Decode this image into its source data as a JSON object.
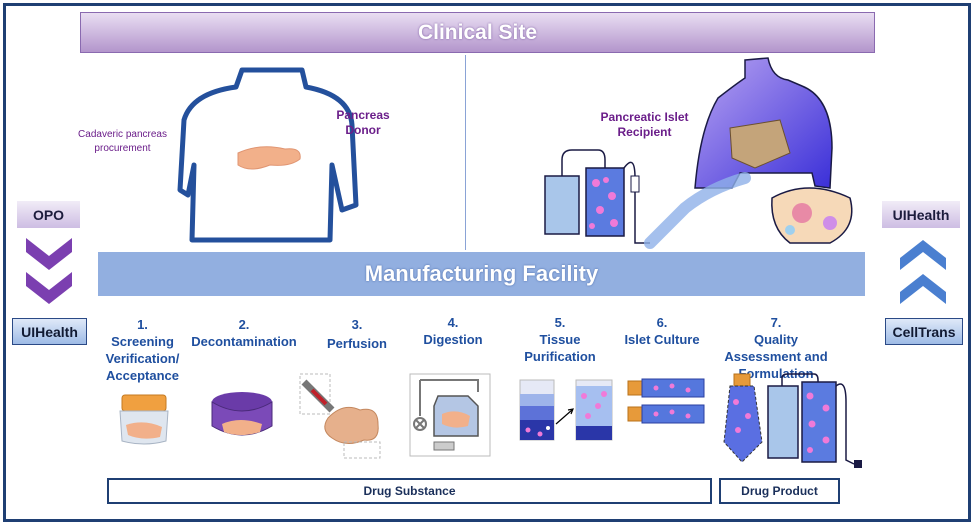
{
  "clinical_site": {
    "title": "Clinical Site"
  },
  "manufacturing": {
    "title": "Manufacturing Facility"
  },
  "donor": {
    "procurement_text": "Cadaveric pancreas procurement",
    "label_line1": "Pancreas",
    "label_line2": "Donor"
  },
  "recipient": {
    "label_line1": "Pancreatic Islet",
    "label_line2": "Recipient"
  },
  "left_side": {
    "top_label": "OPO",
    "bottom_label": "UIHealth"
  },
  "right_side": {
    "top_label": "UIHealth",
    "bottom_label": "CellTrans"
  },
  "steps": [
    {
      "number": "1.",
      "lines": [
        "Screening",
        "Verification/",
        "Acceptance"
      ]
    },
    {
      "number": "2.",
      "lines": [
        "Decontamination"
      ]
    },
    {
      "number": "3.",
      "lines": [
        "Perfusion"
      ]
    },
    {
      "number": "4.",
      "lines": [
        "Digestion"
      ]
    },
    {
      "number": "5.",
      "lines": [
        "Tissue",
        "Purification"
      ]
    },
    {
      "number": "6.",
      "lines": [
        "Islet Culture"
      ]
    },
    {
      "number": "7.",
      "lines": [
        "Quality",
        "Assessment and",
        "Formulation"
      ]
    }
  ],
  "bottom": {
    "drug_substance": "Drug Substance",
    "drug_product": "Drug Product"
  },
  "colors": {
    "navy": "#1f3f73",
    "step_blue": "#1f4f9f",
    "purple": "#6b1e8a",
    "chevron_purple": "#7b3fb0",
    "chevron_blue": "#4a7fd0"
  }
}
